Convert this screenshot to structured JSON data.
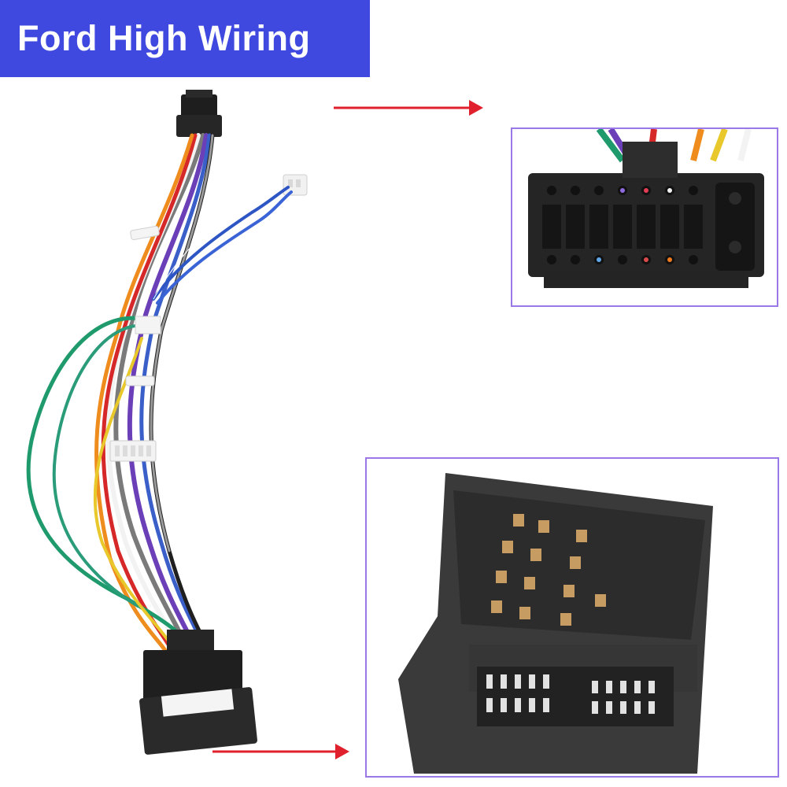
{
  "banner": {
    "title": "Ford High Wiring",
    "background": "#3f49e0",
    "text_color": "#ffffff"
  },
  "accent": {
    "arrow_color": "#e0202c",
    "frame_color": "#9b78e8"
  },
  "images": {
    "harness": "wiring-harness-photo",
    "top_detail": "iso-connector-closeup",
    "bottom_detail": "quadlock-connector-closeup"
  }
}
